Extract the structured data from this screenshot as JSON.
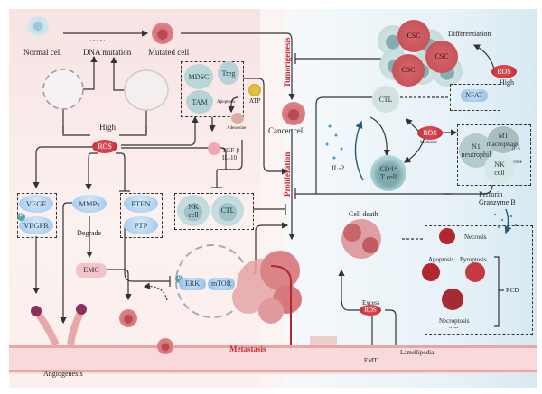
{
  "diagram": {
    "topic": "ROS in tumor development",
    "sections": {
      "tumorigenesis": "Tumorigenesis",
      "proliferation": "Proliferation",
      "metastasis": "Metastasis"
    },
    "top_row": {
      "normal_cell": "Normal cell",
      "dna_mutation": "DNA mutation",
      "mutated_cell": "Mutated cell",
      "cancer_cell": "Cancer cell",
      "high": "High"
    },
    "ros_label": "ROS",
    "immune_box": {
      "cells": [
        "MDSC",
        "Treg",
        "TAM"
      ],
      "apoptosis": "Apoptosis",
      "atp": "ATP",
      "adenosine": "Adenosine",
      "cytokines": [
        "TGF-β",
        "IL-10"
      ]
    },
    "left_branch": {
      "vegf": "VEGF",
      "vegfr": "VEGFR",
      "mmps": "MMPs",
      "degrade": "Degrade",
      "pten": "PTEN",
      "ptp": "PTP",
      "emc": "EMC",
      "p_badge": "P",
      "erk": "ERK",
      "mtor": "mTOR",
      "angiogenesis": "Angiogenesis"
    },
    "killer_cells": {
      "nk": "NK cell",
      "ctl": "CTL"
    },
    "right_top": {
      "csc": "CSC",
      "differentiation": "Differentiation",
      "ros_level": "High",
      "ctl": "CTL",
      "nfat": "NFAT"
    },
    "right_mid": {
      "il2": "IL-2",
      "cd4": "CD4⁺",
      "cd4_line2": "T cell",
      "ros_level": "Moderate",
      "n1": "N1",
      "n1_line2": "neutrophil",
      "m1": "M1",
      "m1_line2": "macrophage",
      "il6": "IL-6",
      "secrete": "secrete",
      "nk": "NK",
      "nk_line2": "cell",
      "perforin": "Perforin",
      "granzyme": "Granzyme B"
    },
    "right_bottom": {
      "cell_death": "Cell death",
      "excess": "Excess",
      "emt": "EMT",
      "lamellipodia": "Lamellipodia",
      "necrosis": "Necrosis",
      "apoptosis": "Apoptosis",
      "pyroptosis": "Pyroptosis",
      "necroptosis": "Necroptosis",
      "ellipsis": "......",
      "rcd": "RCD"
    },
    "colors": {
      "ros": "#c8323a",
      "section_title": "#c8262d",
      "left_bg": "#f8e6e5",
      "right_bg": "#e4f0f6"
    }
  }
}
